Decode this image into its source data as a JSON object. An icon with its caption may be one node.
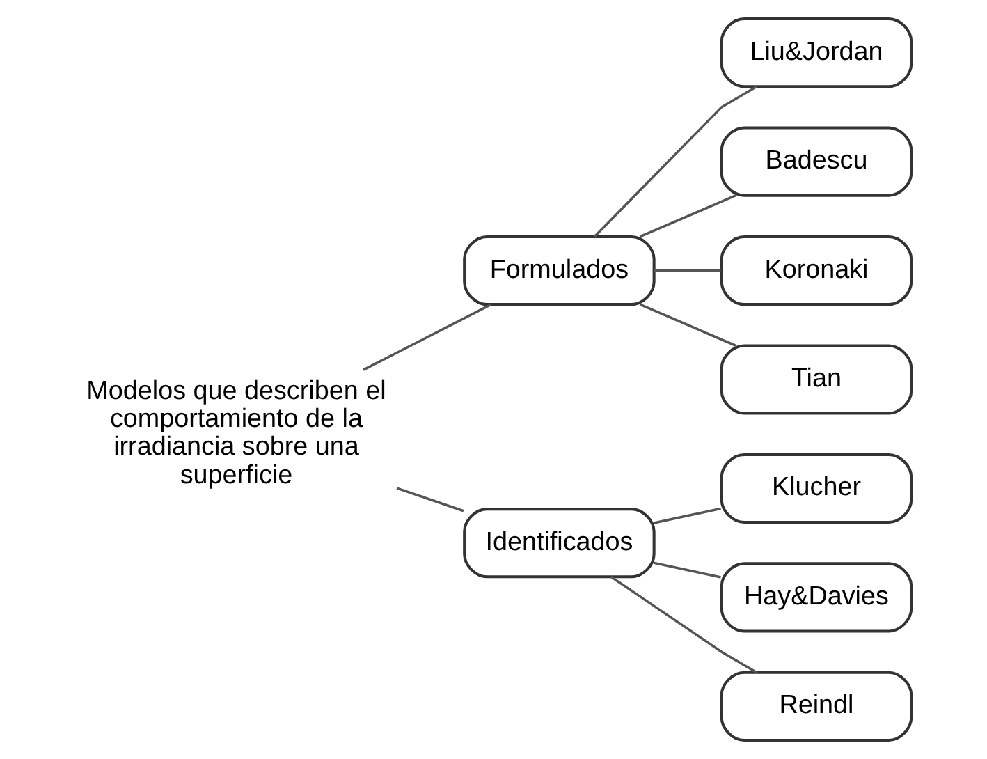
{
  "diagram": {
    "nodes": [
      {
        "text": [
          "Modelos que describen el comportamiento de la irradiancia sobre una superficie"
        ]
      },
      {
        "text": [
          "Formulados"
        ]
      },
      {
        "text": [
          "Liu&Jordan"
        ]
      },
      {
        "text": [
          "Badescu"
        ]
      },
      {
        "text": [
          "Koronaki"
        ]
      },
      {
        "text": [
          "Tian"
        ]
      },
      {
        "text": [
          "Identificados"
        ]
      },
      {
        "text": [
          "Klucher"
        ]
      },
      {
        "text": [
          "Hay&Davies"
        ]
      },
      {
        "text": [
          "Reindl"
        ]
      }
    ],
    "edges": [
      {
        "from": 0,
        "to": 1,
        "arrow": "none"
      },
      {
        "from": 0,
        "to": 6,
        "arrow": "none"
      },
      {
        "from": 1,
        "to": 2,
        "arrow": "none"
      },
      {
        "from": 1,
        "to": 3,
        "arrow": "none"
      },
      {
        "from": 1,
        "to": 4,
        "arrow": "none"
      },
      {
        "from": 1,
        "to": 5,
        "arrow": "none"
      },
      {
        "from": 6,
        "to": 7,
        "arrow": "none"
      },
      {
        "from": 6,
        "to": 8,
        "arrow": "none"
      },
      {
        "from": 6,
        "to": 9,
        "arrow": "none"
      }
    ]
  }
}
